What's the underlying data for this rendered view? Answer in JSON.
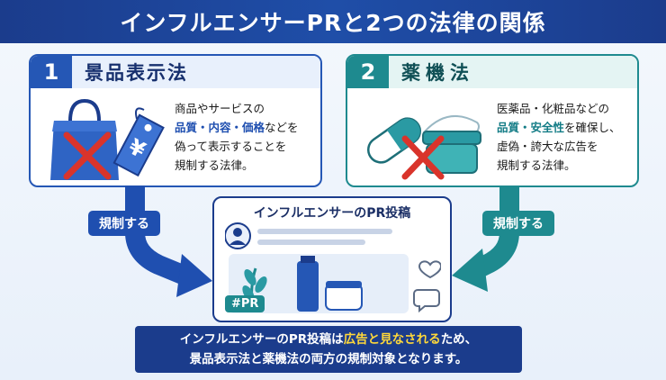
{
  "title": "インフルエンサーPRと2つの法律の関係",
  "laws": [
    {
      "number": "1",
      "name": "景品表示法",
      "desc_line1": "商品やサービスの",
      "desc_hl": "品質・内容・価格",
      "desc_line2_rest": "などを",
      "desc_line3": "偽って表示することを",
      "desc_line4": "規制する法律。"
    },
    {
      "number": "2",
      "name": "薬機法",
      "desc_line1": "医薬品・化粧品などの",
      "desc_hl": "品質・安全性",
      "desc_line2_rest": "を確保し、",
      "desc_line3": "虚偽・誇大な広告を",
      "desc_line4": "規制する法律。"
    }
  ],
  "regulate_label": "規制する",
  "post": {
    "title": "インフルエンサーのPR投稿",
    "tag": "#PR"
  },
  "caption": {
    "line1_pre": "インフルエンサーのPR投稿は",
    "line1_hl": "広告と見なされる",
    "line1_post": "ため、",
    "line2": "景品表示法と薬機法の両方の規制対象となります。"
  },
  "colors": {
    "navy": "#1b3c8c",
    "blue": "#2557b5",
    "teal": "#1e8a8f",
    "red": "#d9342b",
    "highlight_yellow": "#ffd83a"
  }
}
